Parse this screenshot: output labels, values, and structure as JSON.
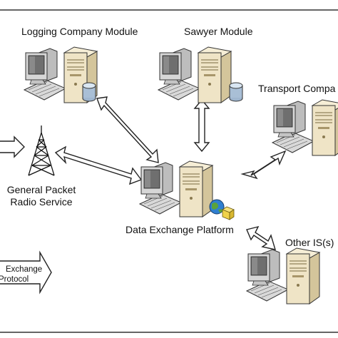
{
  "nodes": {
    "logging_company_module": {
      "label": "Logging Company Module"
    },
    "sawyer_module": {
      "label": "Sawyer Module"
    },
    "transport_company": {
      "label": "Transport Compa"
    },
    "gprs": {
      "label_line1": "General Packet",
      "label_line2": "Radio Service"
    },
    "data_exchange_platform": {
      "label": "Data Exchange Platform"
    },
    "other_is": {
      "label": "Other IS(s)"
    }
  },
  "legend": {
    "line1": "Exchange",
    "line2": "Protocol"
  },
  "colors": {
    "frame": "#333333",
    "arrow_outline": "#222222",
    "beige_case": "#efe4c6",
    "beige_shadow": "#d4c59b",
    "monitor_gray": "#c9c9c9",
    "screen": "#6f6f6f",
    "globe_blue": "#2f7fd0",
    "globe_green": "#5aa33a",
    "folder_yellow": "#f0d24a"
  }
}
